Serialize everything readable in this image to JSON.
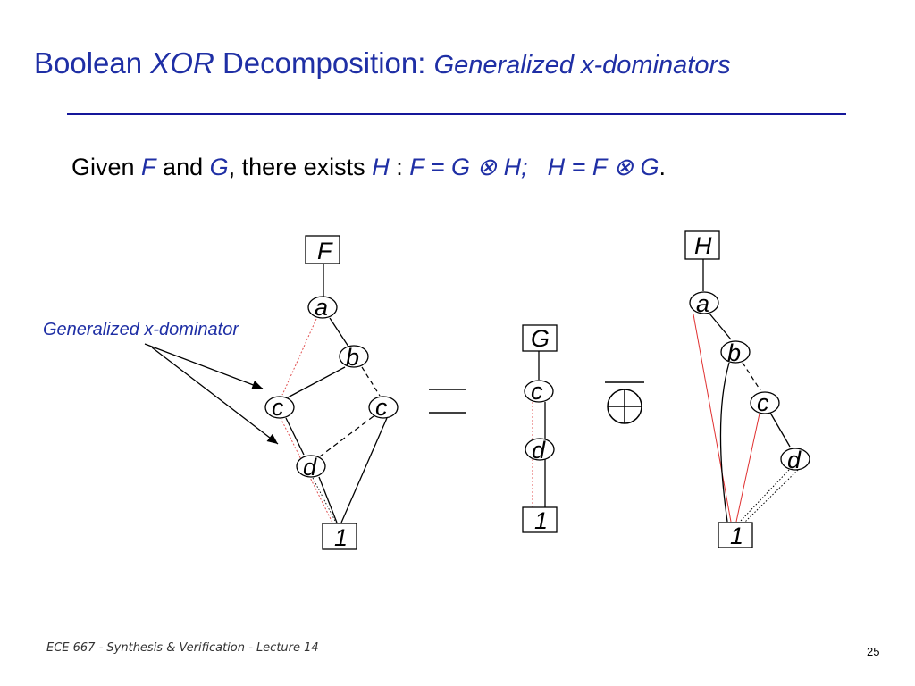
{
  "title": {
    "part1": "Boolean ",
    "part2": "XOR",
    "part3": " Decomposition: ",
    "part4": "Generalized  x-dominators"
  },
  "subtitle": {
    "given": "Given ",
    "F": "F",
    "and": " and ",
    "G": "G",
    "comma": ",  there exists ",
    "H": "H",
    "colon": " : ",
    "eq1": "F = G ⊗ H;",
    "eq2": "H = F ⊗ G",
    "period": "."
  },
  "annotation": "Generalized x-dominator",
  "diagram": {
    "F_bdd": {
      "root": "F",
      "nodes": [
        "a",
        "b",
        "c",
        "c",
        "d"
      ],
      "terminal": "1"
    },
    "G_bdd": {
      "root": "G",
      "nodes": [
        "c",
        "d"
      ],
      "terminal": "1"
    },
    "H_bdd": {
      "root": "H",
      "nodes": [
        "a",
        "b",
        "c",
        "d"
      ],
      "terminal": "1"
    },
    "colors": {
      "complement_edge": "#e03030",
      "text_blue": "#1f2fa5"
    }
  },
  "footer": "ECE 667 - Synthesis & Verification - Lecture 14",
  "page_number": "25"
}
